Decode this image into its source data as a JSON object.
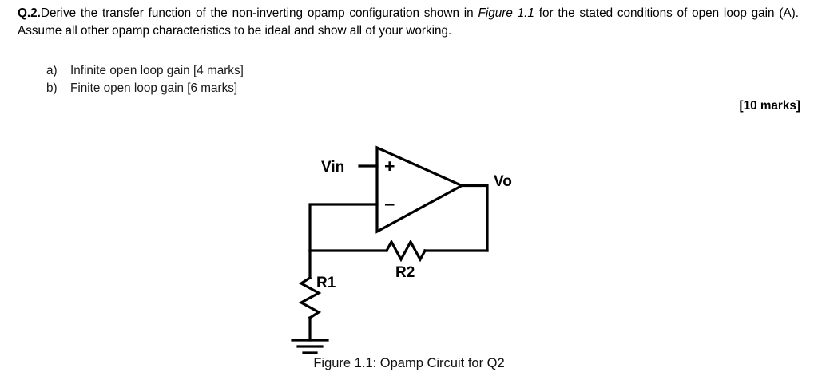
{
  "question": {
    "number": "Q.2.",
    "paragraph_parts": {
      "before_italic": "Derive the transfer function of the non-inverting opamp configuration shown in ",
      "italic": "Figure 1.1",
      "after_italic": " for the stated conditions of open loop gain (A). Assume all other opamp characteristics to be ideal and show all of your working."
    },
    "sub_items": [
      {
        "marker": "a)",
        "text": "Infinite open loop gain [4 marks]"
      },
      {
        "marker": "b)",
        "text": "Finite open loop gain [6 marks]"
      }
    ],
    "total_marks": "[10 marks]"
  },
  "figure": {
    "caption": "Figure 1.1: Opamp Circuit for Q2",
    "labels": {
      "input": "Vin",
      "output": "Vo",
      "resistor_r1": "R1",
      "resistor_r2": "R2",
      "noninverting_sign": "+",
      "inverting_sign": "−"
    },
    "components": [
      {
        "name": "opamp",
        "type": "triangle-amplifier"
      },
      {
        "name": "resistor-r1",
        "type": "resistor",
        "orientation": "vertical"
      },
      {
        "name": "resistor-r2",
        "type": "resistor",
        "orientation": "horizontal"
      },
      {
        "name": "ground",
        "type": "earth-ground"
      }
    ],
    "colors": {
      "wire": "#000000",
      "text": "#000000",
      "background": "#ffffff"
    }
  }
}
